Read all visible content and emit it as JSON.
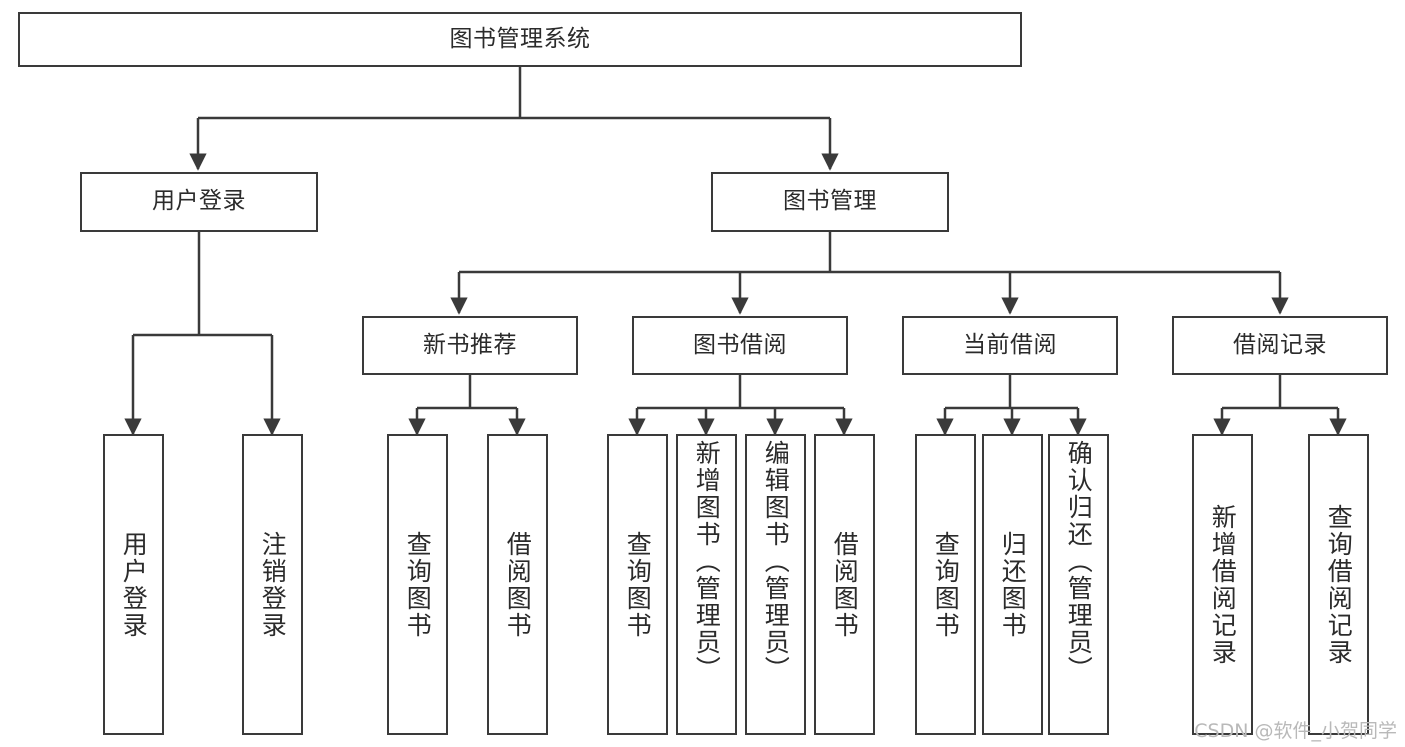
{
  "diagram": {
    "type": "tree-hierarchy-chart",
    "background_color": "#ffffff",
    "border_color": "#3a3a3a",
    "text_color": "#2b2b2b",
    "root": {
      "id": "root",
      "label": "图书管理系统"
    },
    "level2": [
      {
        "id": "user-login",
        "label": "用户登录"
      },
      {
        "id": "book-manage",
        "label": "图书管理"
      }
    ],
    "level3": [
      {
        "id": "new-book-recommend",
        "label": "新书推荐"
      },
      {
        "id": "book-borrow",
        "label": "图书借阅"
      },
      {
        "id": "current-borrow",
        "label": "当前借阅"
      },
      {
        "id": "borrow-record",
        "label": "借阅记录"
      }
    ],
    "leaves": {
      "user_login": [
        {
          "id": "leaf-user-login",
          "label": "用户登录"
        },
        {
          "id": "leaf-logout-login",
          "label": "注销登录"
        }
      ],
      "new_book_recommend": [
        {
          "id": "leaf-query-book-1",
          "label": "查询图书"
        },
        {
          "id": "leaf-borrow-book-1",
          "label": "借阅图书"
        }
      ],
      "book_borrow": [
        {
          "id": "leaf-query-book-2",
          "label": "查询图书"
        },
        {
          "id": "leaf-add-book",
          "label": "新增图书（管理员）"
        },
        {
          "id": "leaf-edit-book",
          "label": "编辑图书（管理员）"
        },
        {
          "id": "leaf-borrow-book-2",
          "label": "借阅图书"
        }
      ],
      "current_borrow": [
        {
          "id": "leaf-query-book-3",
          "label": "查询图书"
        },
        {
          "id": "leaf-return-book",
          "label": "归还图书"
        },
        {
          "id": "leaf-confirm-return",
          "label": "确认归还（管理员）"
        }
      ],
      "borrow_record": [
        {
          "id": "leaf-add-record",
          "label": "新增借阅记录"
        },
        {
          "id": "leaf-query-record",
          "label": "查询借阅记录"
        }
      ]
    }
  },
  "watermark": {
    "text": "CSDN @软件_小贺同学"
  }
}
